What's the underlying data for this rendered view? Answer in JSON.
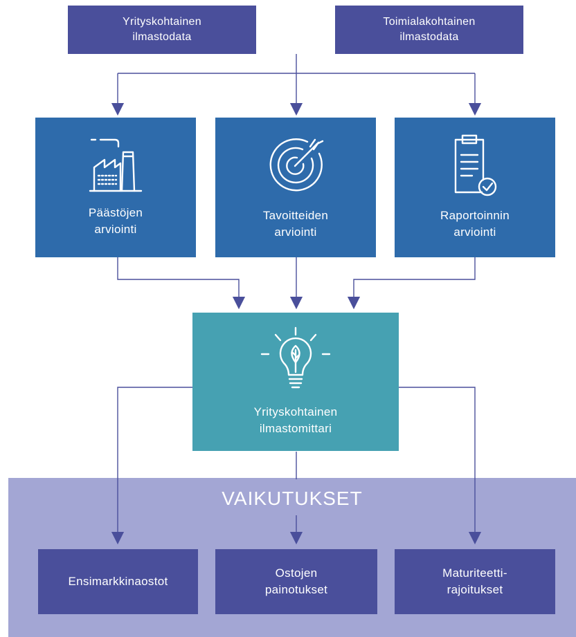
{
  "sources": [
    {
      "label": "Yrityskohtainen\nilmastodata"
    },
    {
      "label": "Toimialakohtainen\nilmastodata"
    }
  ],
  "assessments": [
    {
      "label": "Päästöjen\narviointi",
      "icon": "factory-icon"
    },
    {
      "label": "Tavoitteiden\narviointi",
      "icon": "target-icon"
    },
    {
      "label": "Raportoinnin\narviointi",
      "icon": "clipboard-check-icon"
    }
  ],
  "meter": {
    "label": "Yrityskohtainen\nilmastomittari",
    "icon": "lightbulb-leaf-icon"
  },
  "impacts": {
    "title": "VAIKUTUKSET",
    "items": [
      {
        "label": "Ensimarkkinaostot"
      },
      {
        "label": "Ostojen\npainotukset"
      },
      {
        "label": "Maturiteetti-\nrajoitukset"
      }
    ]
  },
  "colors": {
    "source_box": "#4a4f9b",
    "assessment_box": "#2e6bab",
    "meter_box": "#46a1b2",
    "impacts_band": "#a3a6d4",
    "arrow": "#4a4f9b"
  }
}
